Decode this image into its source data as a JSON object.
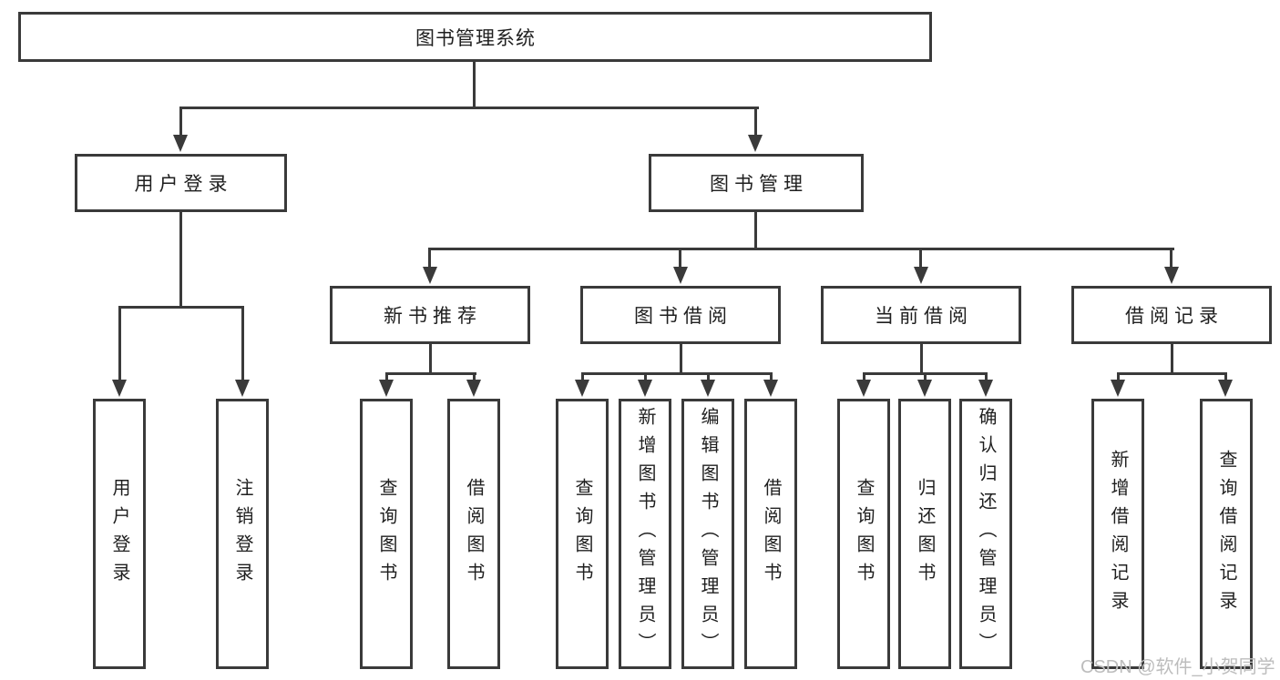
{
  "root": {
    "label": "图书管理系统"
  },
  "level2": [
    {
      "label": "用户登录"
    },
    {
      "label": "图书管理"
    }
  ],
  "level3": [
    {
      "label": "新书推荐"
    },
    {
      "label": "图书借阅"
    },
    {
      "label": "当前借阅"
    },
    {
      "label": "借阅记录"
    }
  ],
  "leaves": {
    "user_login": [
      "用户登录",
      "注销登录"
    ],
    "new_book": [
      "查询图书",
      "借阅图书"
    ],
    "book_borrow": [
      "查询图书",
      "新增图书（管理员）",
      "编辑图书（管理员）",
      "借阅图书"
    ],
    "current_borrow": [
      "查询图书",
      "归还图书",
      "确认归还（管理员）"
    ],
    "borrow_record": [
      "新增借阅记录",
      "查询借阅记录"
    ]
  },
  "watermark": "CSDN @软件_小贺同学",
  "colors": {
    "line": "#3a3a3a",
    "text": "#1f1f1f",
    "watermark": "#bdbdbd",
    "background": "#ffffff"
  }
}
